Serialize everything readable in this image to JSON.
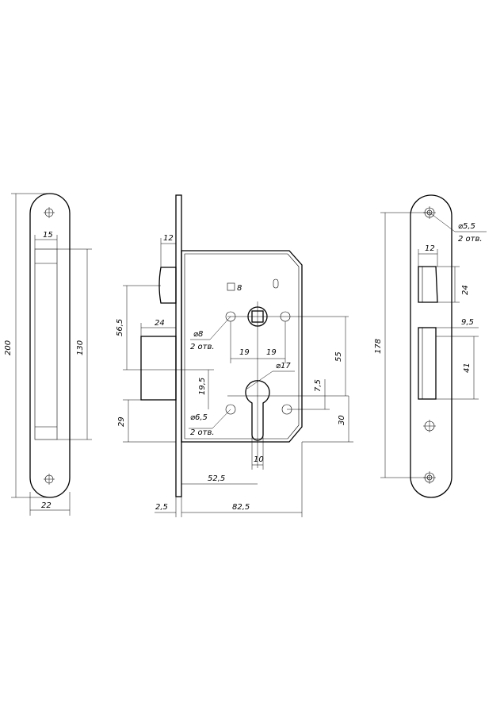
{
  "faceplate": {
    "height": "200",
    "width": "22",
    "bolt_width": "15",
    "bolt_height": "130"
  },
  "body": {
    "latch_depth": "12",
    "backset_to_spindle": "56,5",
    "deadbolt_depth": "24",
    "hole_diameter": "⌀8",
    "hole_count": "2 отв.",
    "spindle_square": "8",
    "spindle_to_hole_left": "19",
    "spindle_to_hole_right": "19",
    "spindle_to_cylinder": "55",
    "hole_offset": "19,5",
    "cylinder_diameter": "⌀17",
    "cylinder_offset": "7,5",
    "lower_edge": "29",
    "lower_hole_diameter": "⌀6,5",
    "lower_hole_count": "2 отв.",
    "cylinder_to_bottom": "30",
    "cylinder_width": "10",
    "backset": "52,5",
    "faceplate_thickness": "2,5",
    "body_depth": "82,5"
  },
  "strike": {
    "hole_diameter": "⌀5,5",
    "hole_count": "2 отв.",
    "latch_width": "12",
    "latch_height": "24",
    "length": "178",
    "bolt_depth": "9,5",
    "bolt_height": "41"
  }
}
